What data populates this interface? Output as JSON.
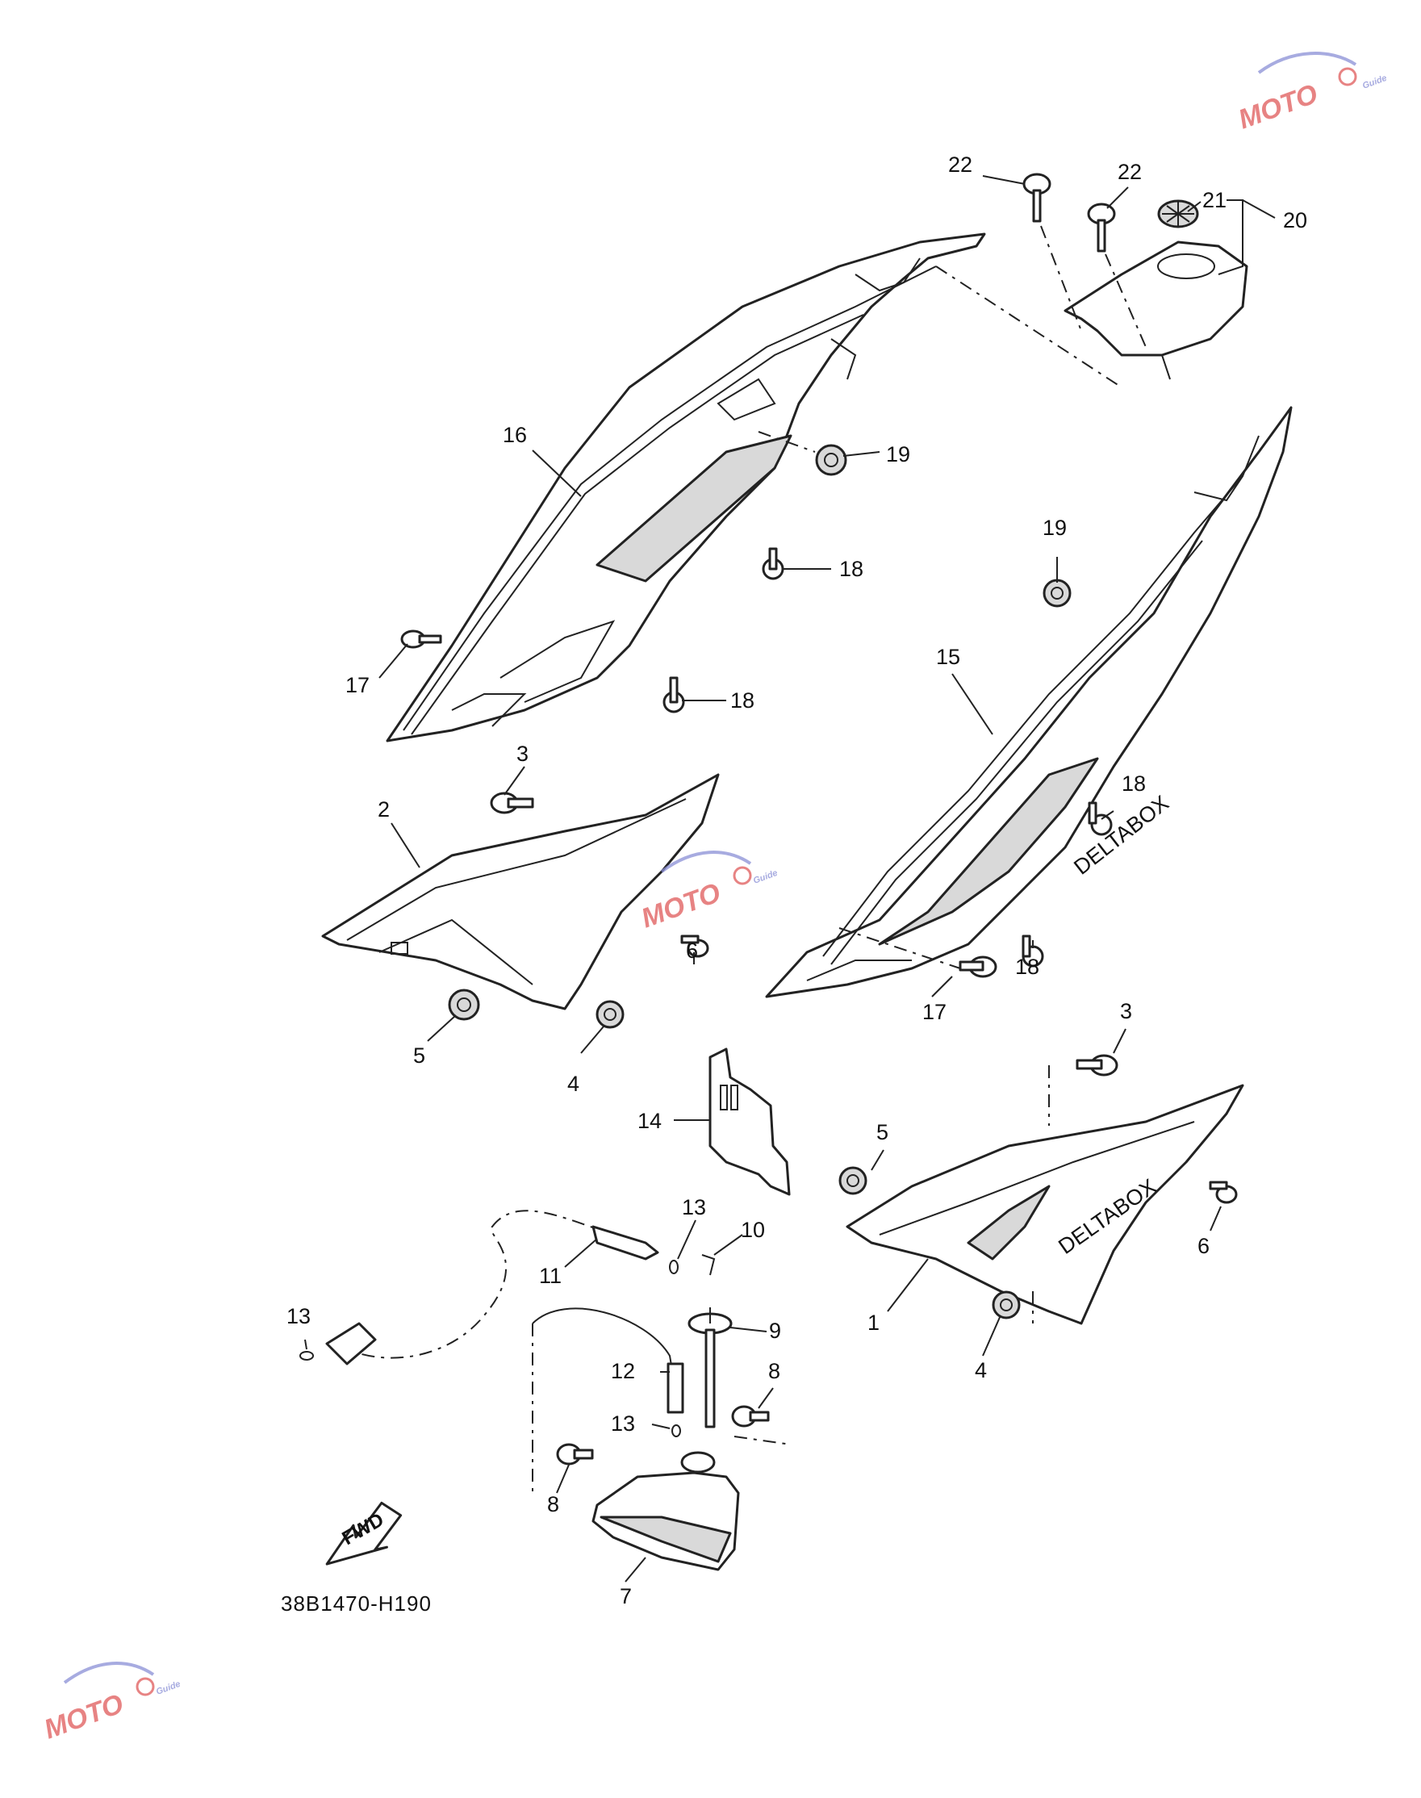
{
  "diagram": {
    "code": "38B1470-H190",
    "fwd_label": "FWD",
    "decal_text": "DELTABOX",
    "callouts": [
      {
        "id": "c1",
        "label": "1"
      },
      {
        "id": "c2",
        "label": "2"
      },
      {
        "id": "c3a",
        "label": "3"
      },
      {
        "id": "c3b",
        "label": "3"
      },
      {
        "id": "c4a",
        "label": "4"
      },
      {
        "id": "c4b",
        "label": "4"
      },
      {
        "id": "c5a",
        "label": "5"
      },
      {
        "id": "c5b",
        "label": "5"
      },
      {
        "id": "c6a",
        "label": "6"
      },
      {
        "id": "c6b",
        "label": "6"
      },
      {
        "id": "c7",
        "label": "7"
      },
      {
        "id": "c8a",
        "label": "8"
      },
      {
        "id": "c8b",
        "label": "8"
      },
      {
        "id": "c9",
        "label": "9"
      },
      {
        "id": "c10",
        "label": "10"
      },
      {
        "id": "c11",
        "label": "11"
      },
      {
        "id": "c12",
        "label": "12"
      },
      {
        "id": "c13a",
        "label": "13"
      },
      {
        "id": "c13b",
        "label": "13"
      },
      {
        "id": "c13c",
        "label": "13"
      },
      {
        "id": "c14",
        "label": "14"
      },
      {
        "id": "c15",
        "label": "15"
      },
      {
        "id": "c16",
        "label": "16"
      },
      {
        "id": "c17a",
        "label": "17"
      },
      {
        "id": "c17b",
        "label": "17"
      },
      {
        "id": "c18a",
        "label": "18"
      },
      {
        "id": "c18b",
        "label": "18"
      },
      {
        "id": "c18c",
        "label": "18"
      },
      {
        "id": "c18d",
        "label": "18"
      },
      {
        "id": "c19a",
        "label": "19"
      },
      {
        "id": "c19b",
        "label": "19"
      },
      {
        "id": "c20",
        "label": "20"
      },
      {
        "id": "c21",
        "label": "21"
      },
      {
        "id": "c22a",
        "label": "22"
      },
      {
        "id": "c22b",
        "label": "22"
      }
    ]
  },
  "watermark": {
    "text": "MOTO",
    "subtext": "Guide",
    "colors": {
      "primary": "#e05a5a",
      "secondary": "#8a8fd6"
    }
  }
}
